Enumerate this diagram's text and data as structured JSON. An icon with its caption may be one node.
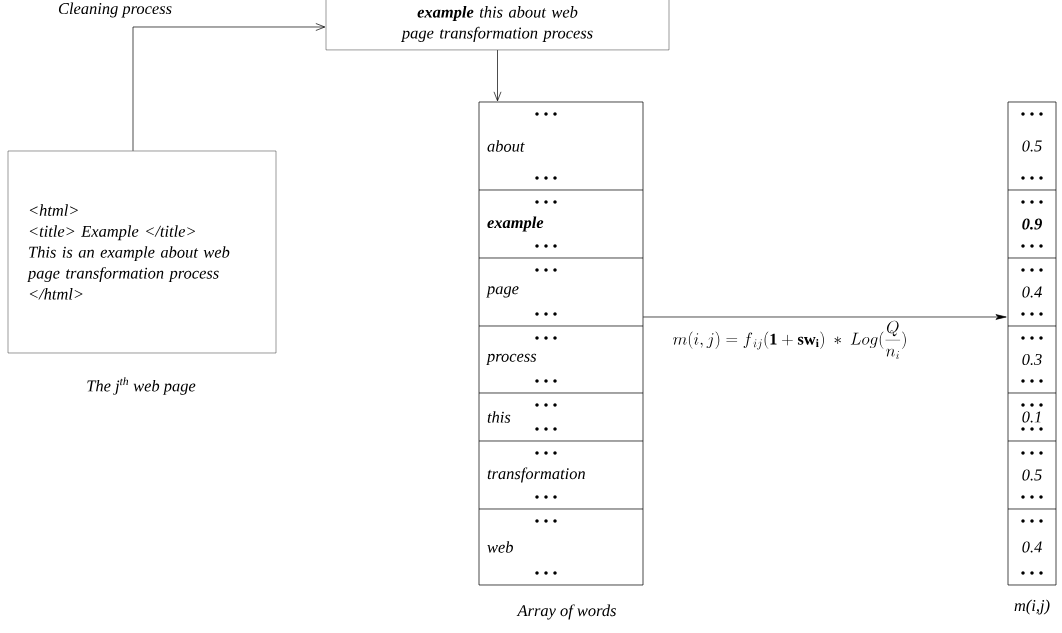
{
  "diagram": {
    "nodes": [
      {
        "text": [
          "**example** this about web page transformation process"
        ]
      },
      {
        "text": [
          "<html>",
          "<title> Example </title>",
          "This is an example about web page transformation process",
          "</html>"
        ],
        "beside": [
          "The j$^{th}$ web page"
        ]
      },
      {
        "text": [],
        "shape": "box",
        "beside": [
          "Array of words"
        ]
      },
      {
        "text": [
          "about"
        ],
        "in": 2
      },
      {
        "text": [
          "**example**"
        ],
        "in": 2
      },
      {
        "text": [
          "page"
        ],
        "in": 2
      },
      {
        "text": [
          "process"
        ],
        "in": 2
      },
      {
        "text": [
          "this"
        ],
        "in": 2
      },
      {
        "text": [
          "transformation"
        ],
        "in": 2
      },
      {
        "text": [
          "web"
        ],
        "in": 2
      },
      {
        "text": [],
        "shape": "box",
        "beside": [
          "m(i,j)"
        ]
      },
      {
        "text": [
          "0.5"
        ],
        "in": 10
      },
      {
        "text": [
          "**0.9**"
        ],
        "in": 10
      },
      {
        "text": [
          "0.4"
        ],
        "in": 10
      },
      {
        "text": [
          "0.3"
        ],
        "in": 10
      },
      {
        "text": [
          "0.1"
        ],
        "in": 10
      },
      {
        "text": [
          "0.5"
        ],
        "in": 10
      },
      {
        "text": [
          "0.4"
        ],
        "in": 10
      }
    ],
    "edges": [
      {
        "from": 1,
        "to": 0,
        "arrow": "to",
        "label": "Cleaning process"
      },
      {
        "from": 0,
        "to": 2,
        "arrow": "to"
      },
      {
        "from": 2,
        "to": 10,
        "arrow": "to",
        "label": "m(i,j)= f_{\\,ij}\\mathbf{(1+sw_{i})}\\ *\\ Log(\\frac{Q}{n_i})"
      }
    ]
  }
}
